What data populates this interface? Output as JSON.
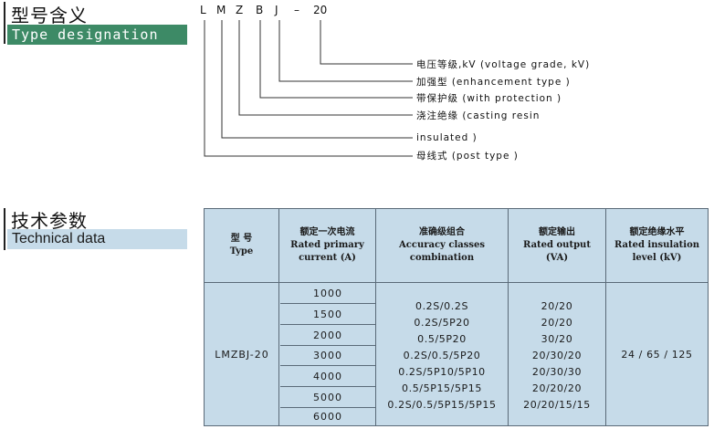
{
  "designation": {
    "title_cn": "型号含义",
    "title_en": "Type designation",
    "code_letters": [
      "L",
      "M",
      "Z",
      "B",
      "J",
      "–",
      "20"
    ],
    "meanings": [
      "电压等级,kV (voltage grade, kV)",
      "加强型 (enhancement type )",
      "带保护级 (with protection )",
      "浇注绝缘 (casting resin",
      "insulated )",
      "母线式 (post type )"
    ]
  },
  "technical": {
    "title_cn": "技术参数",
    "title_en": "Technical data",
    "headers": {
      "type": [
        "型  号",
        "Type"
      ],
      "current": [
        "额定一次电流",
        "Rated primary",
        "current (A)"
      ],
      "accuracy": [
        "准确级组合",
        "Accuracy classes",
        "combination"
      ],
      "output": [
        "额定输出",
        "Rated output",
        "(VA)"
      ],
      "insulation": [
        "额定绝缘水平",
        "Rated insulation",
        "level (kV)"
      ]
    },
    "model": "LMZBJ-20",
    "currents": [
      "1000",
      "1500",
      "2000",
      "3000",
      "4000",
      "5000",
      "6000"
    ],
    "accuracy_classes": [
      "0.2S/0.2S",
      "0.2S/5P20",
      "0.5/5P20",
      "0.2S/0.5/5P20",
      "0.2S/5P10/5P10",
      "0.5/5P15/5P15",
      "0.2S/0.5/5P15/5P15"
    ],
    "outputs": [
      "20/20",
      "20/20",
      "30/20",
      "20/30/20",
      "20/30/30",
      "20/20/20",
      "20/20/15/15"
    ],
    "insulation_level": "24 / 65 / 125"
  },
  "colors": {
    "green_band": "#3d8a66",
    "blue_band": "#c6dbe9",
    "table_fill": "#c6dbe9"
  }
}
